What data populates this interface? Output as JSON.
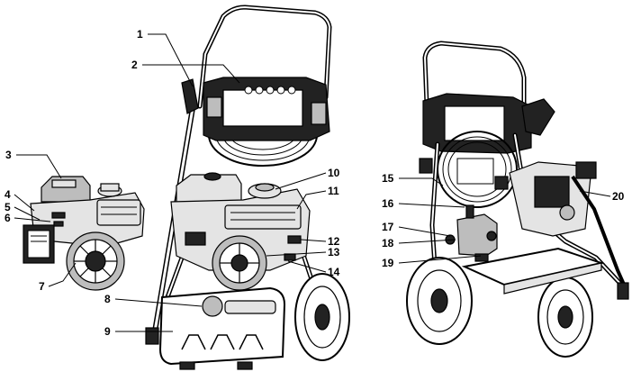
{
  "callouts": [
    {
      "id": "c1",
      "label": "1"
    },
    {
      "id": "c2",
      "label": "2"
    },
    {
      "id": "c3",
      "label": "3"
    },
    {
      "id": "c4",
      "label": "4"
    },
    {
      "id": "c5",
      "label": "5"
    },
    {
      "id": "c6",
      "label": "6"
    },
    {
      "id": "c7",
      "label": "7"
    },
    {
      "id": "c8",
      "label": "8"
    },
    {
      "id": "c9",
      "label": "9"
    },
    {
      "id": "c10",
      "label": "10"
    },
    {
      "id": "c11",
      "label": "11"
    },
    {
      "id": "c12",
      "label": "12"
    },
    {
      "id": "c13",
      "label": "13"
    },
    {
      "id": "c14",
      "label": "14"
    },
    {
      "id": "c15",
      "label": "15"
    },
    {
      "id": "c16",
      "label": "16"
    },
    {
      "id": "c17",
      "label": "17"
    },
    {
      "id": "c18",
      "label": "18"
    },
    {
      "id": "c19",
      "label": "19"
    },
    {
      "id": "c20",
      "label": "20"
    }
  ],
  "colors": {
    "line": "#000000",
    "background": "#ffffff",
    "shade": "#bdbdbd",
    "dark": "#222222"
  }
}
